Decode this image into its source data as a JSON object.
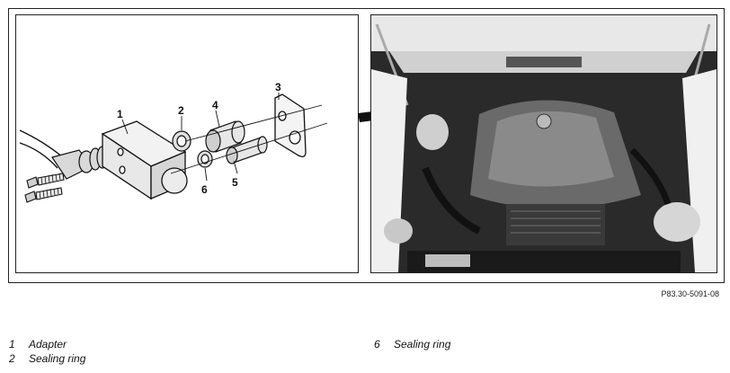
{
  "figure": {
    "reference_code": "P83.30-5091-08",
    "callouts": [
      "1",
      "2",
      "3",
      "4",
      "5",
      "6"
    ]
  },
  "legend": [
    {
      "number": "1",
      "label": "Adapter"
    },
    {
      "number": "2",
      "label": "Sealing ring"
    },
    {
      "number": "6",
      "label": "Sealing ring"
    }
  ]
}
